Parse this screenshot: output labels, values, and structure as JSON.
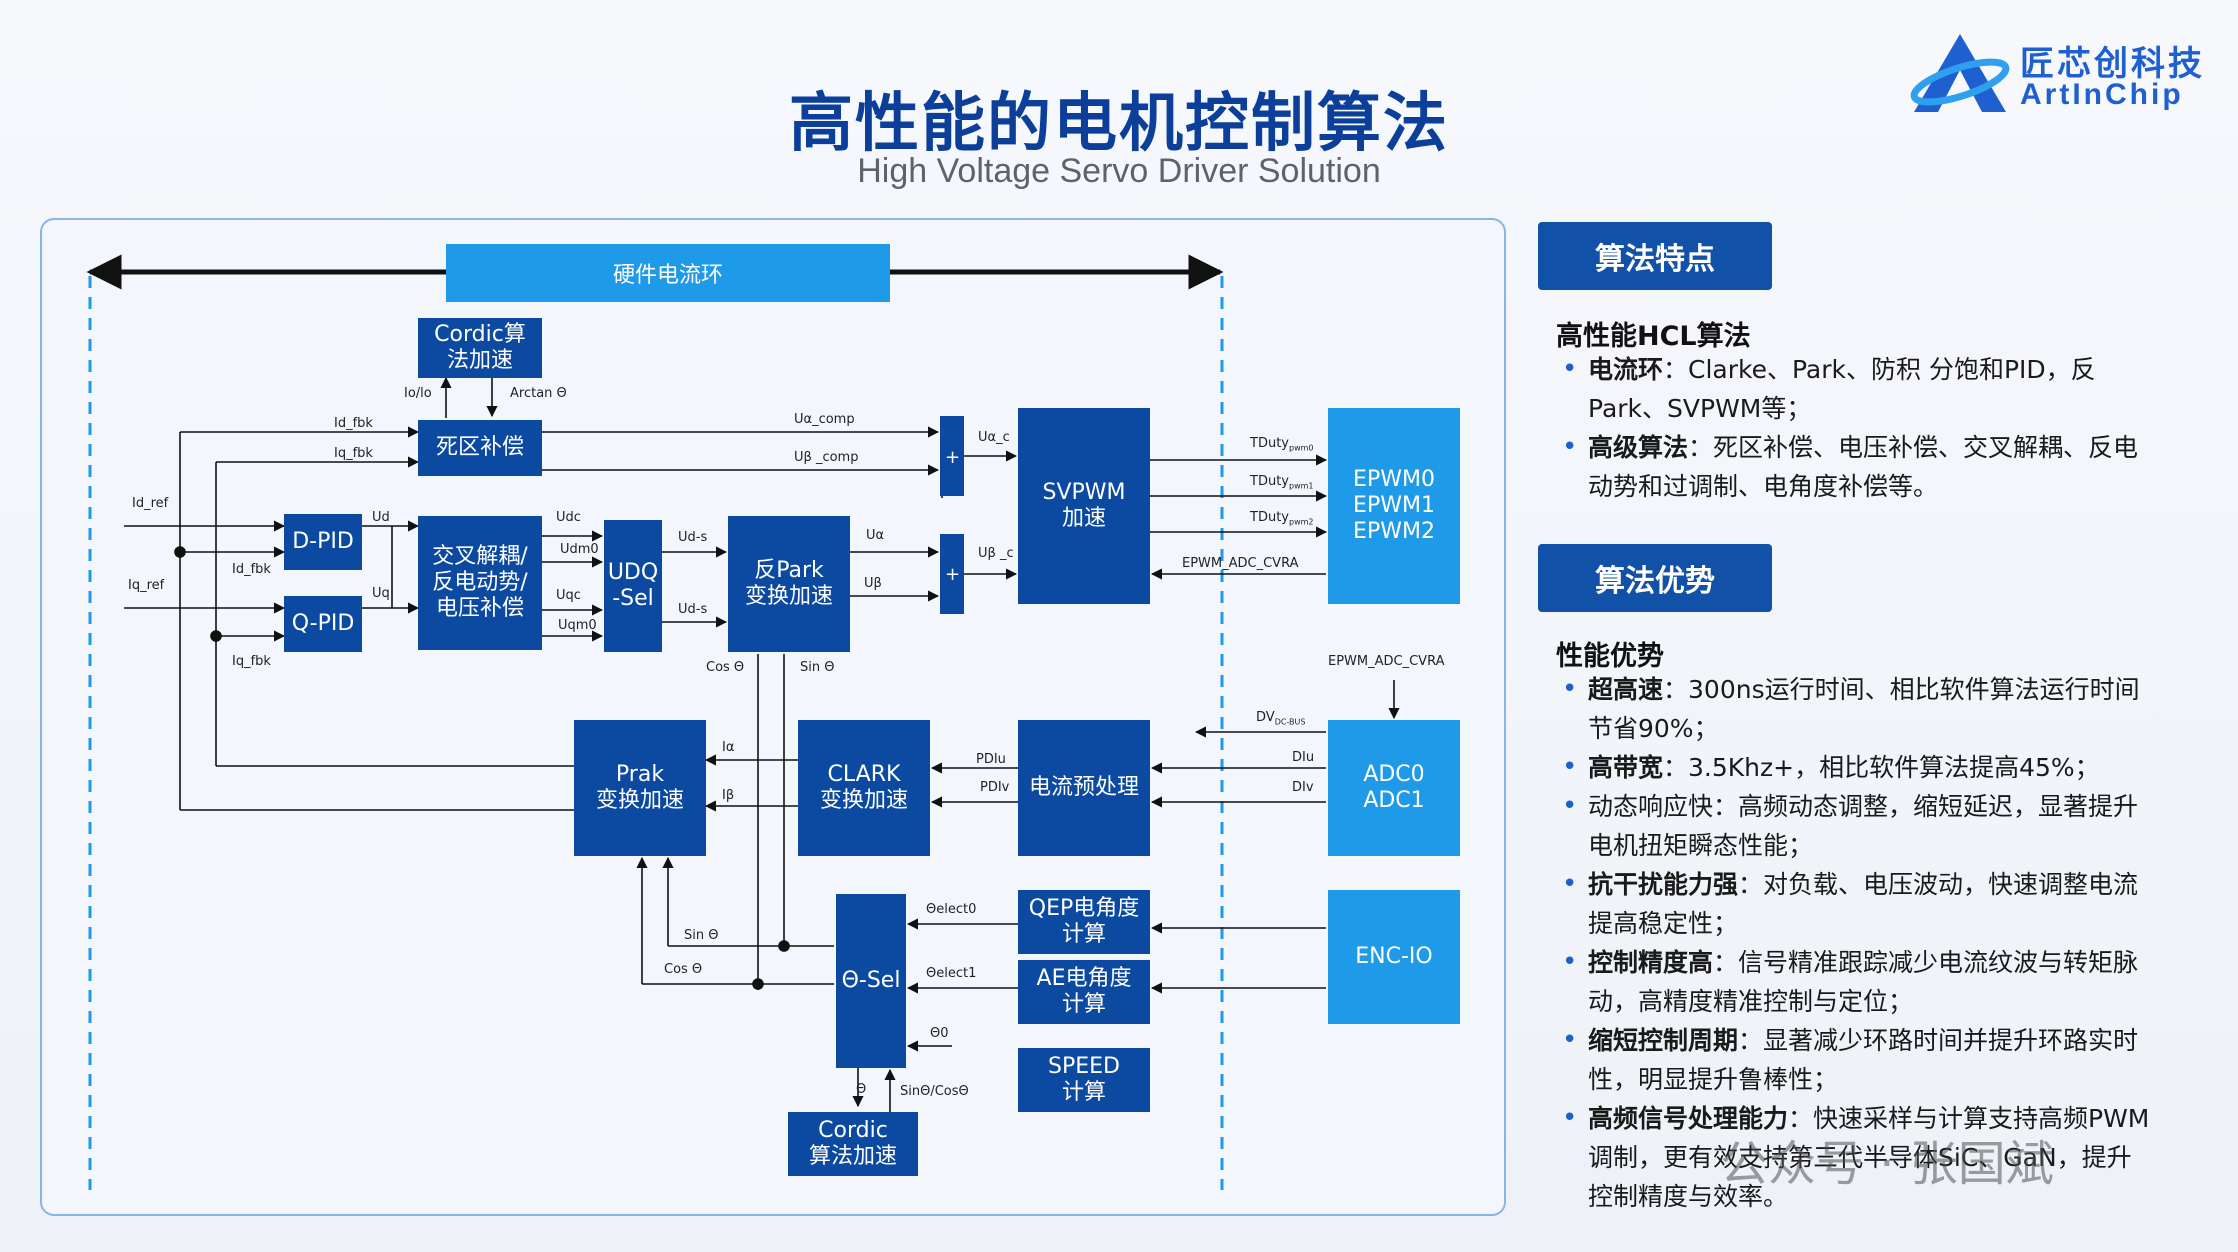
{
  "header": {
    "title": "高性能的电机控制算法",
    "subtitle": "High Voltage Servo Driver Solution"
  },
  "logo": {
    "cn": "匠芯创科技",
    "en": "ArtInChip",
    "icon": "artinchip-logo-icon",
    "brand_color": "#1f5fcf"
  },
  "diagram": {
    "hw_loop": "硬件电流环",
    "blocks": {
      "cordic_top": "Cordic算\n法加速",
      "deadzone": "死区补偿",
      "dpid": "D-PID",
      "qpid": "Q-PID",
      "decouple": "交叉解耦/\n反电动势/\n电压补偿",
      "udq": "UDQ\n-Sel",
      "ipark": "反Park\n变换加速",
      "svpwm": "SVPWM\n加速",
      "epwm": "EPWM0\nEPWM1\nEPWM2",
      "adc": "ADC0\nADC1",
      "current_pre": "电流预处理",
      "clark": "CLARK\n变换加速",
      "park": "Prak\n变换加速",
      "qep": "QEP电角度\n计算",
      "ae": "AE电角度\n计算",
      "speed": "SPEED\n计算",
      "enc": "ENC-IO",
      "theta_sel": "Θ-Sel",
      "cordic_bottom": "Cordic\n算法加速"
    },
    "signals": {
      "io_lo": "Io/lo",
      "arctan": "Arctan Θ",
      "id_fbk_top": "Id_fbk",
      "iq_fbk_top": "Iq_fbk",
      "ua_comp": "Uα_comp",
      "ub_comp": "Uβ _comp",
      "id_ref": "Id_ref",
      "iq_ref": "Iq_ref",
      "id_fbk_mid": "Id_fbk",
      "iq_fbk_mid": "Iq_fbk",
      "ud": "Ud",
      "uq": "Uq",
      "udc": "Udc",
      "udm0": "Udm0",
      "uqc": "Uqc",
      "uqm0": "Uqm0",
      "ud_s1": "Ud-s",
      "ud_s2": "Ud-s",
      "ua": "Uα",
      "ub": "Uβ",
      "ua_c": "Uα_c",
      "ub_c": "Uβ _c",
      "tduty0": "TDuty",
      "tduty0_sub": "pwm0",
      "tduty1": "TDuty",
      "tduty1_sub": "pwm1",
      "tduty2": "TDuty",
      "tduty2_sub": "pwm2",
      "epwm_adc_1": "EPWM_ADC_CVRA",
      "epwm_adc_2": "EPWM_ADC_CVRA",
      "cos_theta_1": "Cos Θ",
      "sin_theta_1": "Sin Θ",
      "dv_dcbus": "DV",
      "dv_dcbus_sub": "DC-BUS",
      "diu": "DIu",
      "div": "DIv",
      "pdiu": "PDIu",
      "pdiv": "PDIv",
      "ia": "Iα",
      "ib": "Iβ",
      "theta_e0": "Θelect0",
      "theta_e1": "Θelect1",
      "theta0": "Θ0",
      "sin_theta_2": "Sin Θ",
      "cos_theta_2": "Cos Θ",
      "theta": "Θ",
      "sincos": "SinΘ/CosΘ",
      "plus": "+"
    },
    "colors": {
      "block": "#0b4aa0",
      "cyan": "#1e9ae8",
      "dashed": "#1e9ae8"
    }
  },
  "features": {
    "tag": "算法特点",
    "heading": "高性能HCL算法",
    "items": [
      {
        "bold": "电流环",
        "text": "：Clarke、Park、防积 分饱和PID，反Park、SVPWM等；"
      },
      {
        "bold": "高级算法",
        "text": "：死区补偿、电压补偿、交叉解耦、反电动势和过调制、电角度补偿等。"
      }
    ]
  },
  "advantages": {
    "tag": "算法优势",
    "heading": "性能优势",
    "items": [
      {
        "bold": "超高速",
        "text": "：300ns运行时间、相比软件算法运行时间节省90%；"
      },
      {
        "bold": "高带宽",
        "text": "：3.5Khz+，相比软件算法提高45%；"
      },
      {
        "bold": "",
        "text": "动态响应快：高频动态调整，缩短延迟，显著提升电机扭矩瞬态性能；"
      },
      {
        "bold": "抗干扰能力强",
        "text": "：对负载、电压波动，快速调整电流提高稳定性；"
      },
      {
        "bold": "控制精度高",
        "text": "：信号精准跟踪减少电流纹波与转矩脉动，高精度精准控制与定位；"
      },
      {
        "bold": "缩短控制周期",
        "text": "：显著减少环路时间并提升环路实时性，明显提升鲁棒性；"
      },
      {
        "bold": "高频信号处理能力",
        "text": "：快速采样与计算支持高频PWM调制，更有效支持第三代半导体SiC、GaN，提升控制精度与效率。"
      }
    ]
  },
  "watermark": "公众号 · 张国斌"
}
